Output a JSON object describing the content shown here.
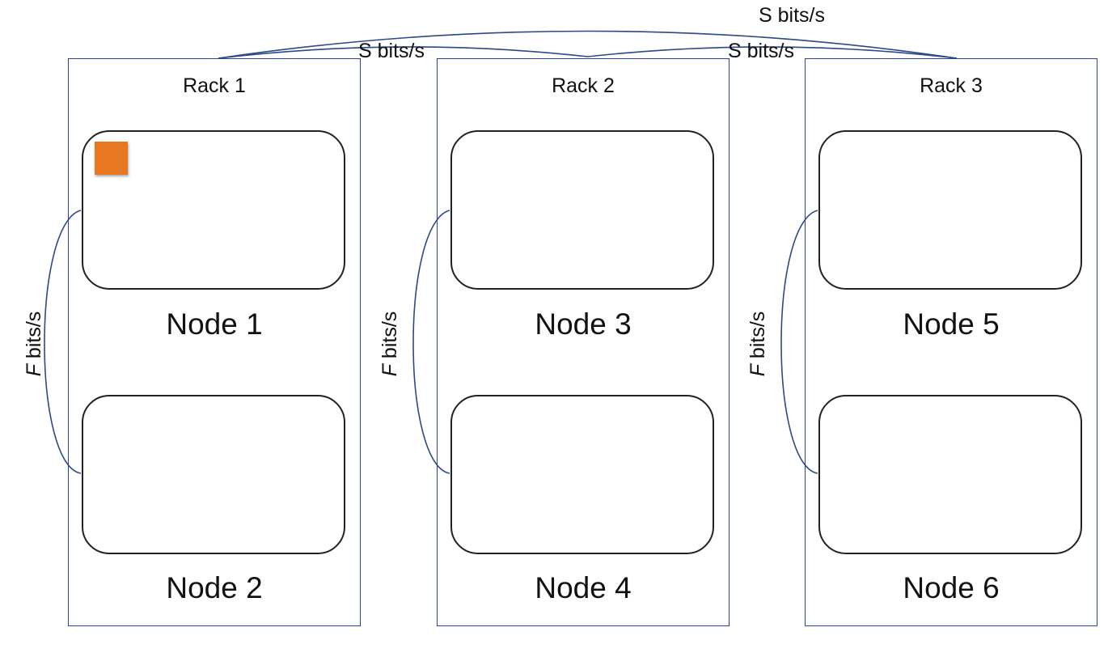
{
  "racks": [
    {
      "label": "Rack 1",
      "nodes": [
        {
          "label": "Node 1",
          "has_block": true
        },
        {
          "label": "Node 2",
          "has_block": false
        }
      ]
    },
    {
      "label": "Rack 2",
      "nodes": [
        {
          "label": "Node 3",
          "has_block": false
        },
        {
          "label": "Node 4",
          "has_block": false
        }
      ]
    },
    {
      "label": "Rack 3",
      "nodes": [
        {
          "label": "Node 5",
          "has_block": false
        },
        {
          "label": "Node 6",
          "has_block": false
        }
      ]
    }
  ],
  "inter_rack_links": [
    {
      "label": "S bits/s",
      "between": "Rack 1 - Rack 2"
    },
    {
      "label": "S bits/s",
      "between": "Rack 2 - Rack 3"
    },
    {
      "label": "S bits/s",
      "between": "Rack 1 - Rack 3"
    }
  ],
  "intra_rack_links": [
    {
      "var": "F",
      "unit": "bits/s",
      "rack": "Rack 1"
    },
    {
      "var": "F",
      "unit": "bits/s",
      "rack": "Rack 2"
    },
    {
      "var": "F",
      "unit": "bits/s",
      "rack": "Rack 3"
    }
  ],
  "colors": {
    "rack_border": "#2b3fa8",
    "link_line": "#2b4a86",
    "block_marker": "#e87722",
    "node_border": "#222222"
  }
}
